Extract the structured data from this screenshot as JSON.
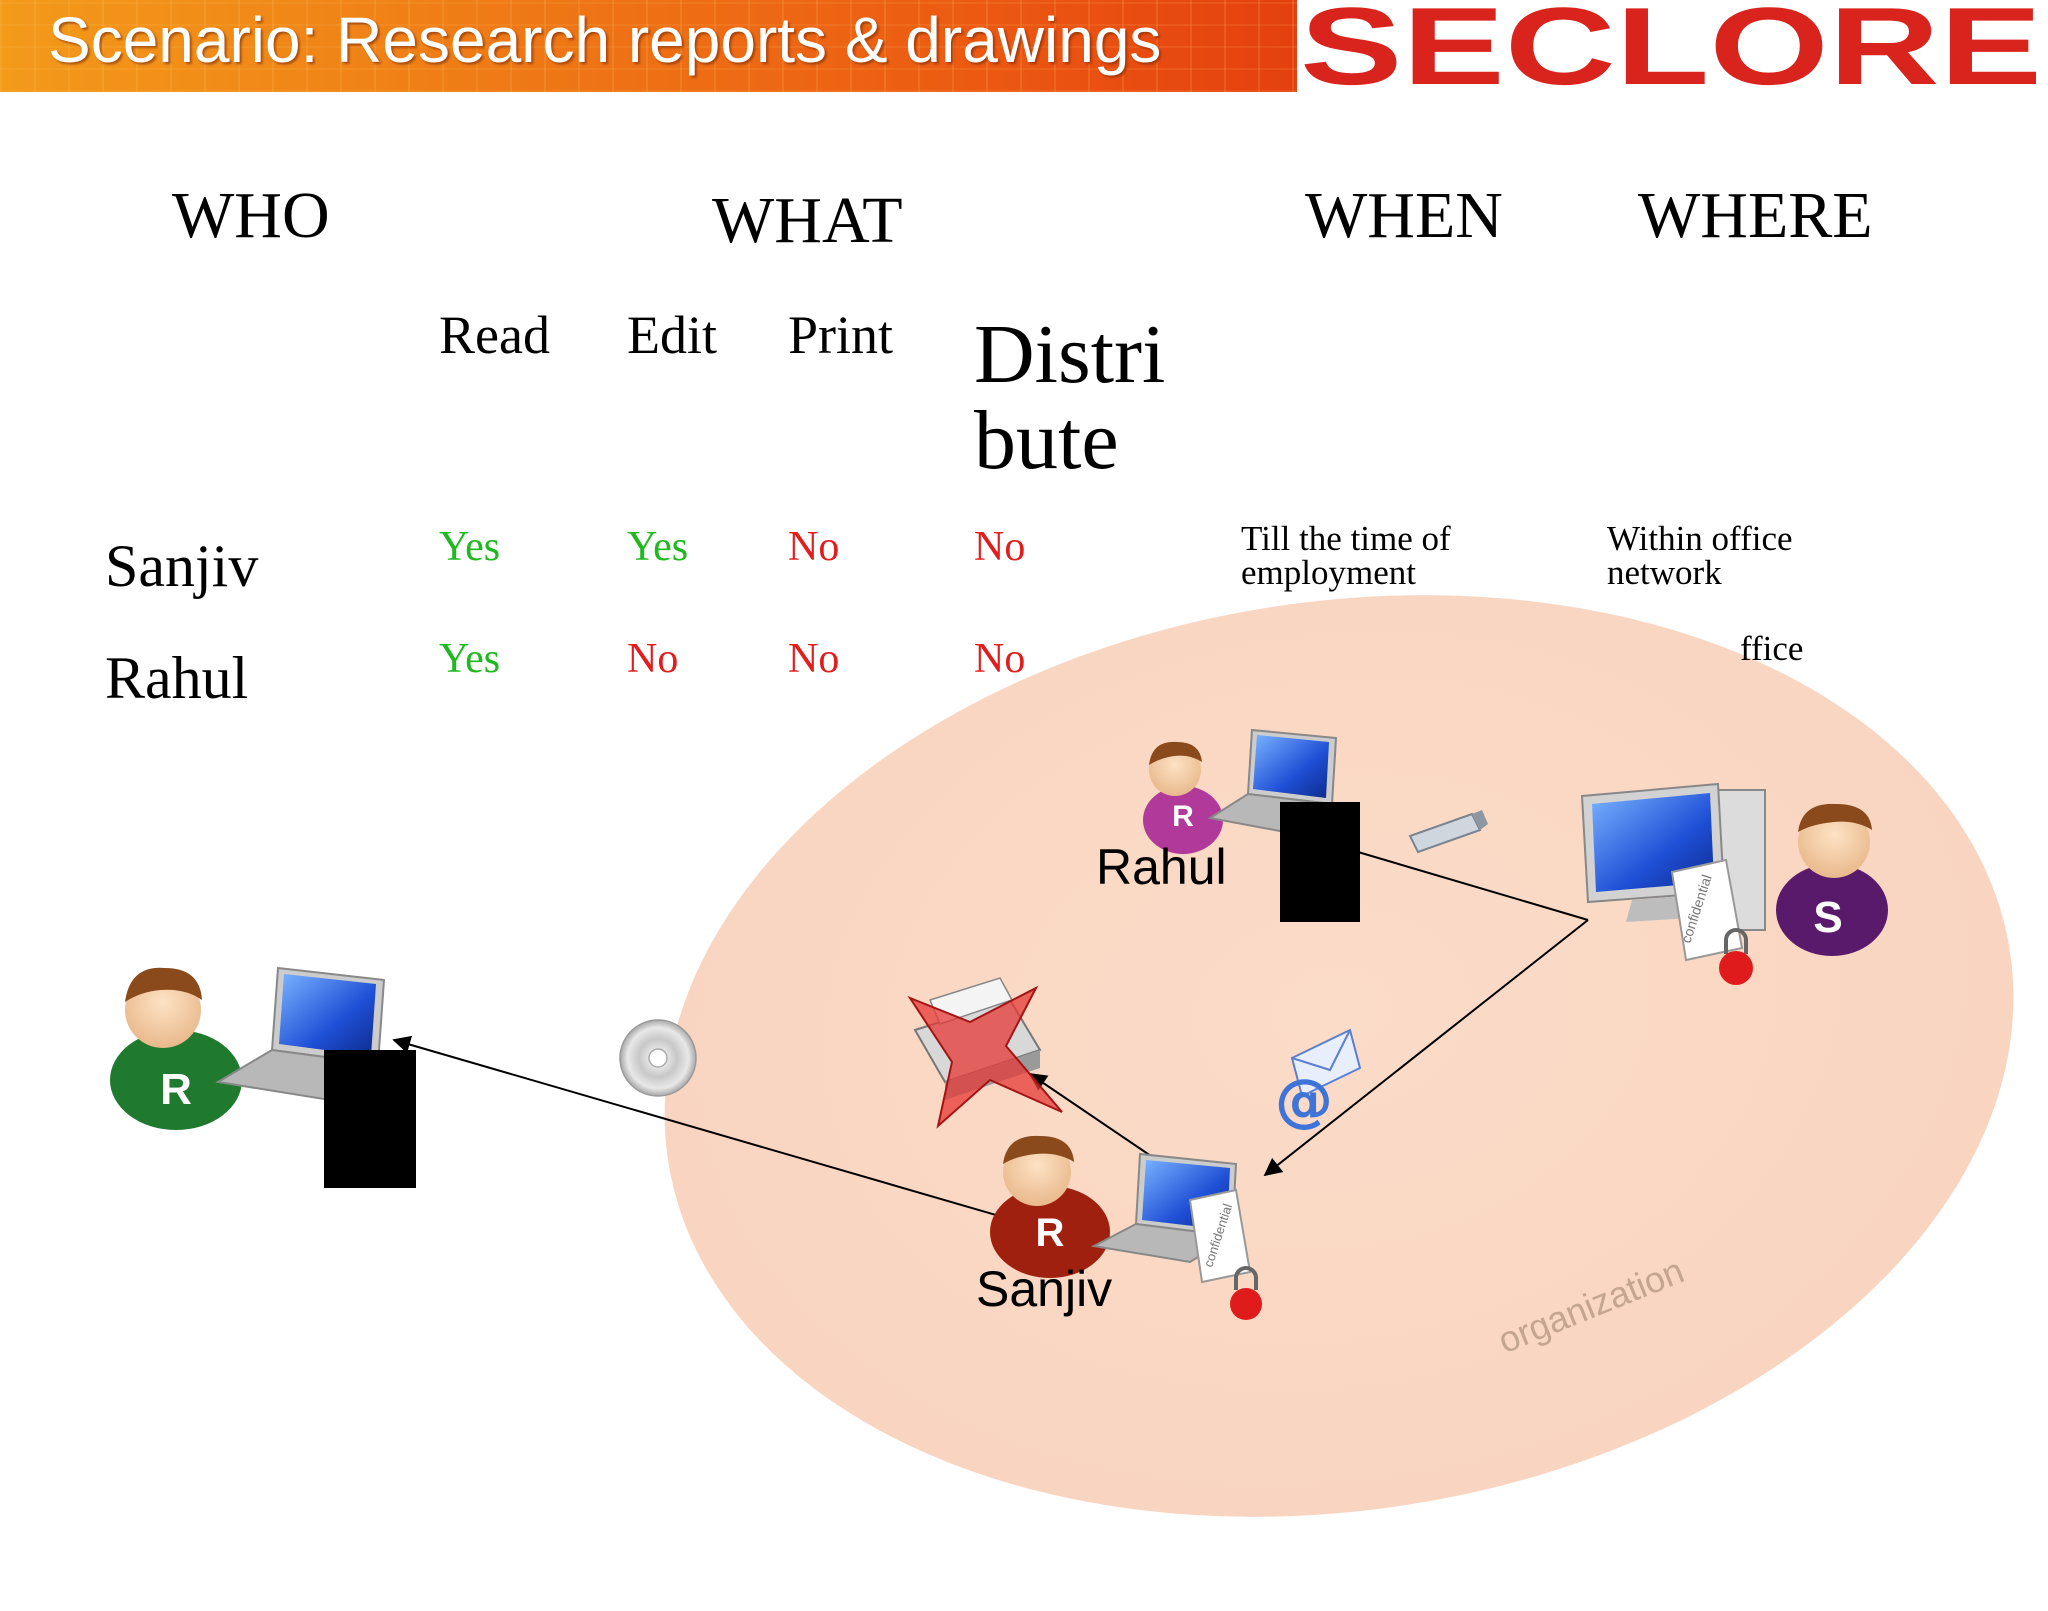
{
  "header": {
    "title": "Scenario: Research reports & drawings",
    "logo": "SECLORE"
  },
  "table": {
    "headers": [
      "WHO",
      "WHAT",
      "WHEN",
      "WHERE"
    ],
    "what_columns": [
      "Read",
      "Edit",
      "Print",
      "Distri bute"
    ],
    "rows": [
      {
        "name": "Sanjiv",
        "read": "Yes",
        "edit": "Yes",
        "print": "No",
        "distribute": "No",
        "when": "Till the time of employment",
        "where": "Within office network"
      },
      {
        "name": "Rahul",
        "read": "Yes",
        "edit": "No",
        "print": "No",
        "distribute": "No",
        "where_partial": "ffice"
      }
    ]
  },
  "diagram": {
    "organization_label": "organization",
    "person_labels": [
      "Rahul",
      "Sanjiv"
    ],
    "avatar_letters": [
      "R",
      "R",
      "R",
      "S"
    ],
    "document_stamp": "confidential"
  },
  "colors": {
    "yes": "#1fb81f",
    "no": "#e21d1d",
    "header_orange": "#ef7d16",
    "logo_red": "#d9231d",
    "organization_fill": "#f9d6c2"
  }
}
